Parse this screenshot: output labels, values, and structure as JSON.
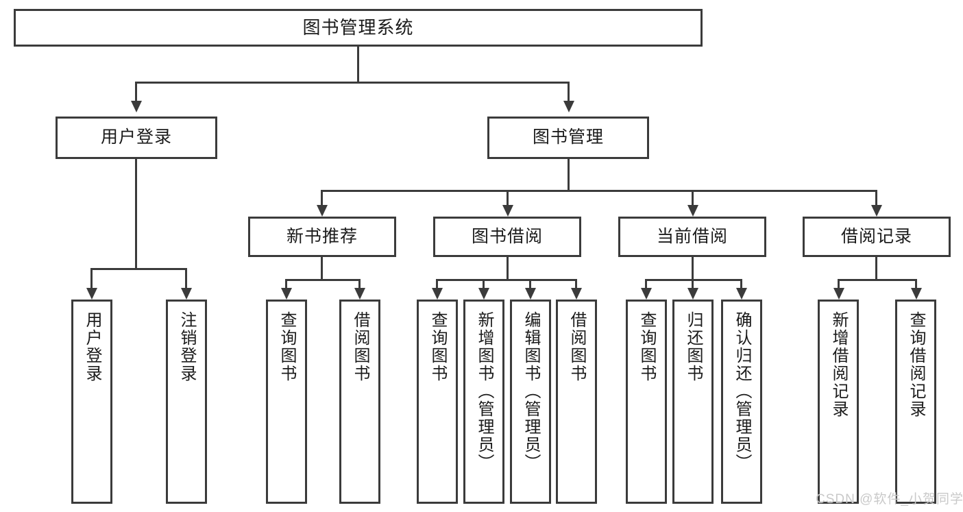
{
  "diagram": {
    "title": "图书管理系统",
    "type": "hierarchy-tree",
    "root": {
      "label": "图书管理系统"
    },
    "level2": [
      {
        "label": "用户登录"
      },
      {
        "label": "图书管理"
      }
    ],
    "level3": [
      {
        "label": "新书推荐"
      },
      {
        "label": "图书借阅"
      },
      {
        "label": "当前借阅"
      },
      {
        "label": "借阅记录"
      }
    ],
    "leaves": {
      "user_login": [
        {
          "label": "用户登录"
        },
        {
          "label": "注销登录"
        }
      ],
      "new_book_recommend": [
        {
          "label": "查询图书"
        },
        {
          "label": "借阅图书"
        }
      ],
      "book_borrow": [
        {
          "label": "查询图书"
        },
        {
          "label": "新增图书（管理员）"
        },
        {
          "label": "编辑图书（管理员）"
        },
        {
          "label": "借阅图书"
        }
      ],
      "current_borrow": [
        {
          "label": "查询图书"
        },
        {
          "label": "归还图书"
        },
        {
          "label": "确认归还（管理员）"
        }
      ],
      "borrow_record": [
        {
          "label": "新增借阅记录"
        },
        {
          "label": "查询借阅记录"
        }
      ]
    },
    "watermark": "CSDN @软件_小贺同学",
    "colors": {
      "stroke": "#3b3b3b",
      "text": "#1b1b1b",
      "background": "#ffffff",
      "watermark": "#c9c9c9"
    }
  }
}
